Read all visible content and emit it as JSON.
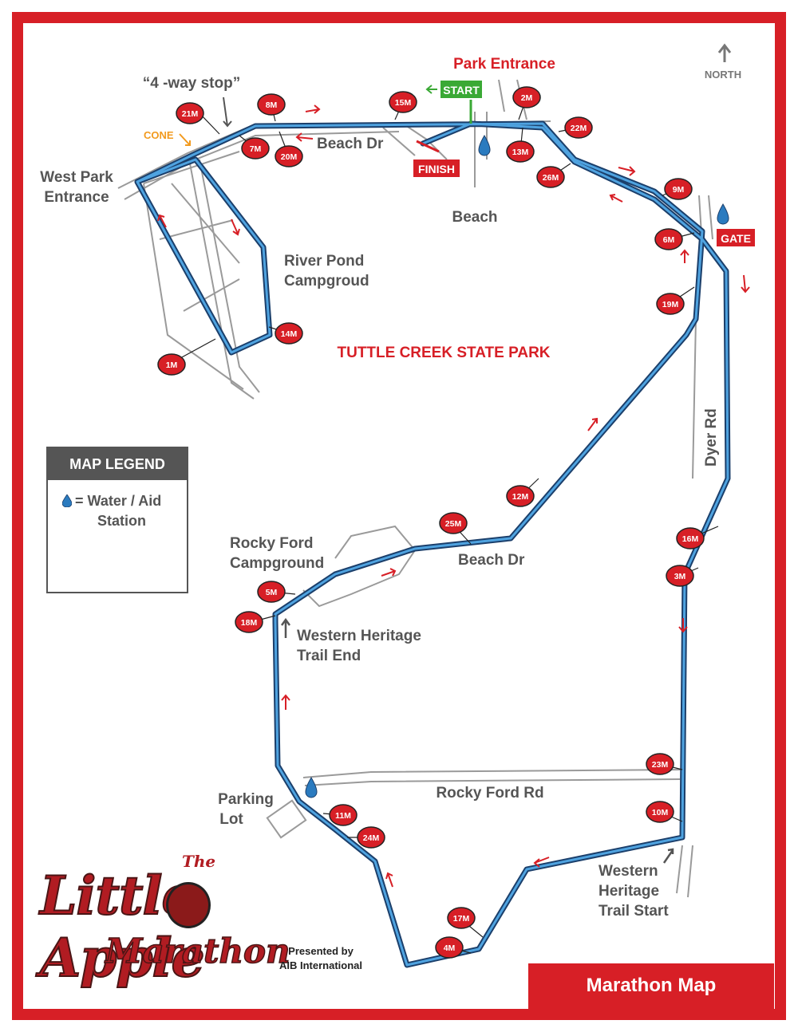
{
  "colors": {
    "frame": "#d71f26",
    "route": "#2b7bbf",
    "route_border": "#1b3f6b",
    "road": "#999999",
    "label": "#555555",
    "accent_red": "#d71f26",
    "start_green": "#3aa935",
    "cone_orange": "#f29a1e"
  },
  "labels": {
    "park_entrance": "Park Entrance",
    "four_way_stop": "“4 -way stop”",
    "north": "NORTH",
    "start": "START",
    "finish": "FINISH",
    "cone": "CONE",
    "beach_dr_top": "Beach Dr",
    "west_park_entrance_1": "West Park",
    "west_park_entrance_2": "Entrance",
    "beach": "Beach",
    "gate": "GATE",
    "river_pond_1": "River Pond",
    "river_pond_2": "Campgroud",
    "park_name": "TUTTLE CREEK STATE PARK",
    "dyer_rd": "Dyer Rd",
    "rocky_ford_camp_1": "Rocky Ford",
    "rocky_ford_camp_2": "Campground",
    "beach_dr_mid": "Beach Dr",
    "western_heritage_end_1": "Western Heritage",
    "western_heritage_end_2": "Trail End",
    "parking_lot_1": "Parking",
    "parking_lot_2": "Lot",
    "rocky_ford_rd": "Rocky Ford Rd",
    "western_heritage_start_1": "Western",
    "western_heritage_start_2": "Heritage",
    "western_heritage_start_3": "Trail Start"
  },
  "markers": [
    "21M",
    "8M",
    "15M",
    "2M",
    "22M",
    "7M",
    "20M",
    "13M",
    "26M",
    "9M",
    "6M",
    "19M",
    "14M",
    "1M",
    "12M",
    "25M",
    "5M",
    "18M",
    "16M",
    "3M",
    "23M",
    "10M",
    "11M",
    "24M",
    "17M",
    "4M"
  ],
  "legend": {
    "title": "MAP LEGEND",
    "line1": "= Water / Aid",
    "line2": "Station",
    "icon": "water-drop-icon"
  },
  "footer": {
    "title": "Marathon Map"
  },
  "logo": {
    "the": "The",
    "line1": "Little Apple",
    "line2": "Marathon",
    "presented_1": "Presented by",
    "presented_2": "AIB International"
  }
}
